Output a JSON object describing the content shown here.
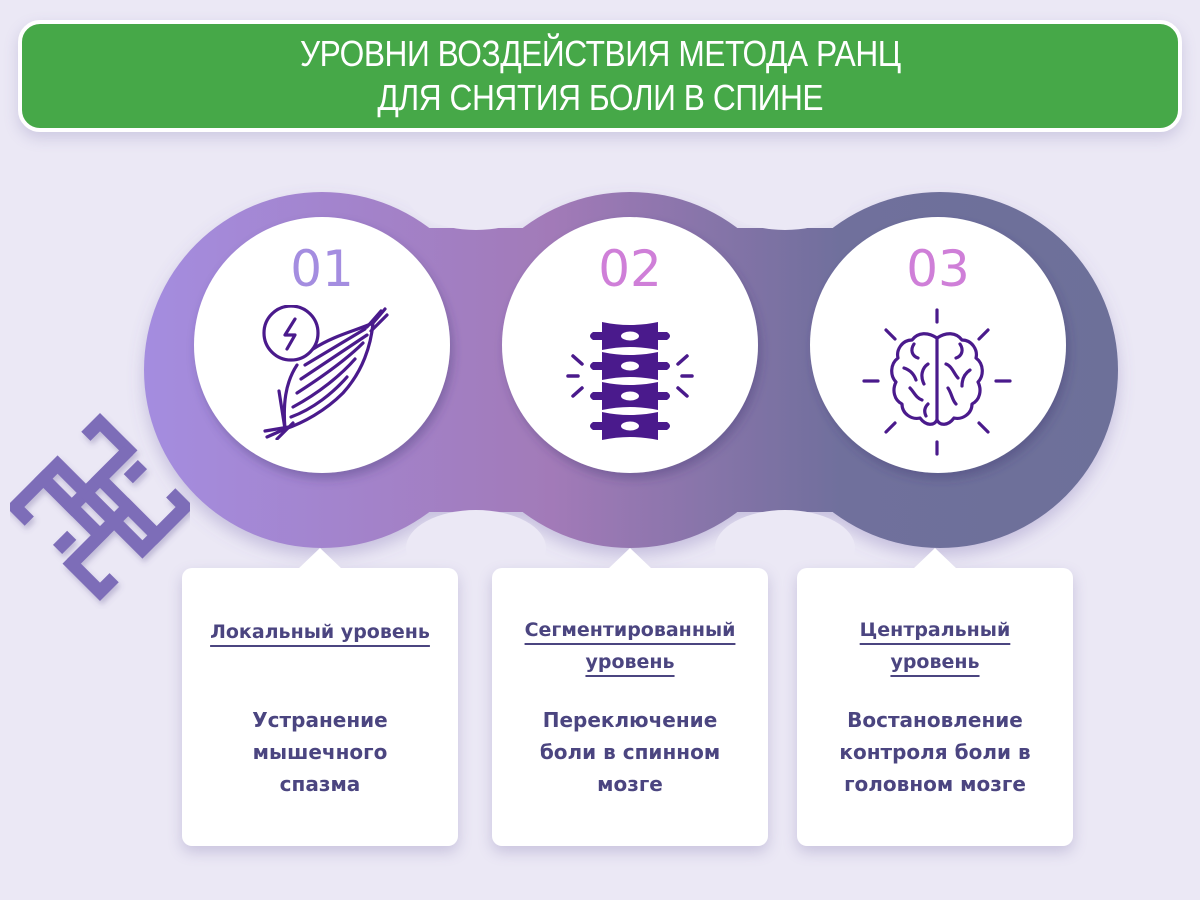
{
  "header": {
    "title_line1": "УРОВНИ ВОЗДЕЙСТВИЯ МЕТОДА РАНЦ",
    "title_line2": "ДЛЯ СНЯТИЯ БОЛИ В СПИНЕ"
  },
  "colors": {
    "background": "#ebe8f5",
    "header_green": "#46a848",
    "band_left": "#a48de0",
    "band_mid": "#a27ab8",
    "band_right": "#6e6f9a",
    "icon_stroke": "#4a1a8c",
    "number_1": "#a48de0",
    "number_2": "#cf7fd8",
    "number_3": "#cf7fd8",
    "text_dark": "#4b4580",
    "knot": "#7d6db8"
  },
  "levels": [
    {
      "number": "01",
      "icon": "muscle-lightning-icon",
      "title": "Локальный уровень",
      "title_lines": [
        "Локальный уровень"
      ],
      "description_lines": [
        "Устранение",
        "мышечного",
        "спазма"
      ]
    },
    {
      "number": "02",
      "icon": "spine-icon",
      "title": "Сегментированный уровень",
      "title_lines": [
        "Сегментированный",
        "уровень"
      ],
      "description_lines": [
        "Переключение",
        "боли в спинном",
        "мозге"
      ]
    },
    {
      "number": "03",
      "icon": "brain-icon",
      "title": "Центральный уровень",
      "title_lines": [
        "Центральный",
        "уровень"
      ],
      "description_lines": [
        "Востановление",
        "контроля боли в",
        "головном мозге"
      ]
    }
  ],
  "decoration": {
    "icon": "endless-knot-icon"
  }
}
